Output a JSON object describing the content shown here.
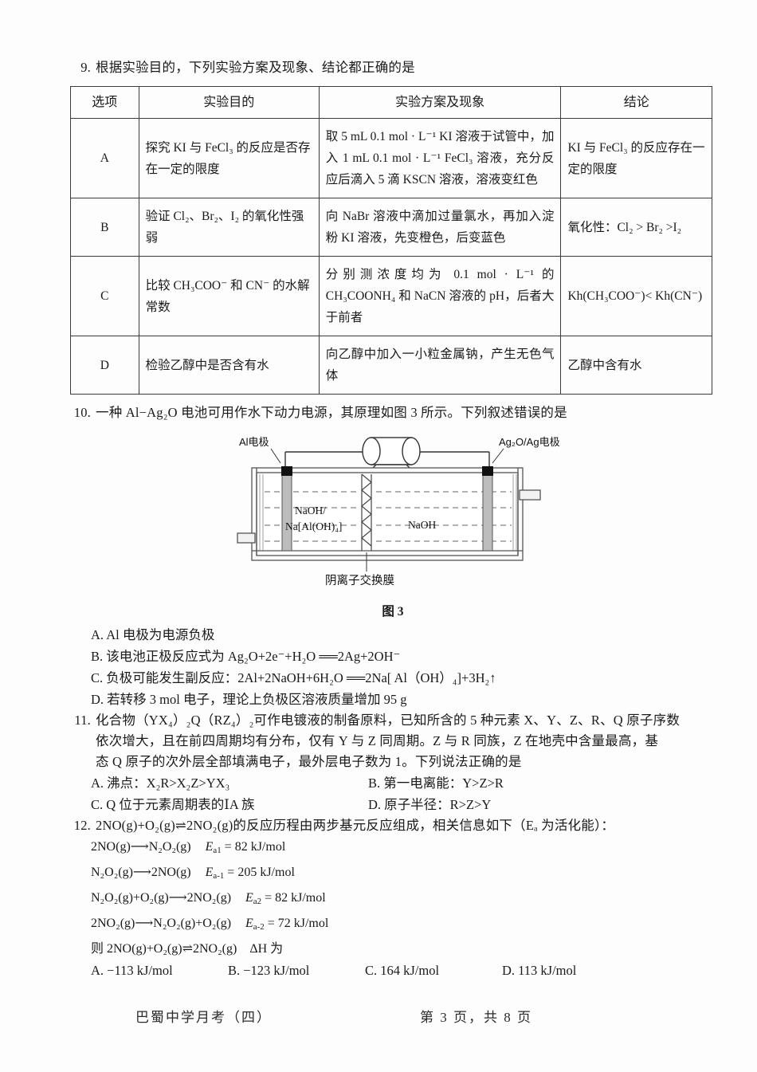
{
  "page": {
    "footer_left": "巴蜀中学月考（四）",
    "footer_right": "第 3 页，共 8 页"
  },
  "q9": {
    "number": "9.",
    "stem": "根据实验目的，下列实验方案及现象、结论都正确的是",
    "table": {
      "headers": [
        "选项",
        "实验目的",
        "实验方案及现象",
        "结论"
      ],
      "rows": [
        {
          "option": "A",
          "aim": "探究 KI 与 FeCl₃ 的反应是否存在一定的限度",
          "scheme": "取 5 mL 0.1 mol · L⁻¹ KI 溶液于试管中，加入 1 mL 0.1 mol · L⁻¹ FeCl₃ 溶液，充分反应后滴入 5 滴 KSCN 溶液，溶液变红色",
          "conclusion": "KI 与 FeCl₃ 的反应存在一定的限度"
        },
        {
          "option": "B",
          "aim": "验证 Cl₂、Br₂、I₂ 的氧化性强弱",
          "scheme": "向 NaBr 溶液中滴加过量氯水，再加入淀粉 KI 溶液，先变橙色，后变蓝色",
          "conclusion": "氧化性：Cl₂ > Br₂ >I₂"
        },
        {
          "option": "C",
          "aim": "比较 CH₃COO⁻ 和 CN⁻ 的水解常数",
          "scheme": "分别测浓度均为 0.1 mol · L⁻¹ 的 CH₃COONH₄ 和 NaCN 溶液的 pH，后者大于前者",
          "conclusion": "Kh(CH₃COO⁻)< Kh(CN⁻)"
        },
        {
          "option": "D",
          "aim": "检验乙醇中是否含有水",
          "scheme": "向乙醇中加入一小粒金属钠，产生无色气体",
          "conclusion": "乙醇中含有水"
        }
      ]
    }
  },
  "q10": {
    "number": "10.",
    "stem": "一种 Al−Ag₂O 电池可用作水下动力电源，其原理如图 3 所示。下列叙述错误的是",
    "figure": {
      "label_left": "Al电极",
      "label_right": "Ag₂O/Ag电极",
      "electrolyte_left_line1": "NaOH/",
      "electrolyte_left_line2": "Na[Al(OH)₄]",
      "electrolyte_right": "NaOH",
      "membrane_label": "阴离子交换膜",
      "caption": "图 3"
    },
    "options": [
      "A. Al 电极为电源负极",
      "B. 该电池正极反应式为 Ag₂O+2e⁻+H₂O ══2Ag+2OH⁻",
      "C. 负极可能发生副反应：2Al+2NaOH+6H₂O ══2Na[ Al（OH）₄]+3H₂↑",
      "D. 若转移 3 mol 电子，理论上负极区溶液质量增加 95 g"
    ]
  },
  "q11": {
    "number": "11.",
    "stem_line1": "化合物（YX₄）₂Q（RZ₄）₂可作电镀液的制备原料，已知所含的 5 种元素 X、Y、Z、R、Q 原子序数",
    "stem_line2": "依次增大，且在前四周期均有分布，仅有 Y 与 Z 同周期。Z 与 R 同族，Z 在地壳中含量最高，基",
    "stem_line3": "态 Q 原子的次外层全部填满电子，最外层电子数为 1。下列说法正确的是",
    "options": [
      "A. 沸点：X₂R>X₂Z>YX₃",
      "B. 第一电离能：Y>Z>R",
      "C. Q 位于元素周期表的ⅠA 族",
      "D. 原子半径：R>Z>Y"
    ]
  },
  "q12": {
    "number": "12.",
    "stem": "2NO(g)+O₂(g)⇌2NO₂(g)的反应历程由两步基元反应组成，相关信息如下（Eₐ 为活化能）：",
    "equations": [
      {
        "reaction": "2NO(g)⟶N₂O₂(g)",
        "ea_label": "E",
        "ea_sub": "a1",
        "ea_value": "= 82 kJ/mol"
      },
      {
        "reaction": "N₂O₂(g)⟶2NO(g)",
        "ea_label": "E",
        "ea_sub": "a-1",
        "ea_value": "= 205 kJ/mol"
      },
      {
        "reaction": "N₂O₂(g)+O₂(g)⟶2NO₂(g)",
        "ea_label": "E",
        "ea_sub": "a2",
        "ea_value": "= 82 kJ/mol"
      },
      {
        "reaction": "2NO₂(g)⟶N₂O₂(g)+O₂(g)",
        "ea_label": "E",
        "ea_sub": "a-2",
        "ea_value": "= 72 kJ/mol"
      }
    ],
    "conclusion_line": "则 2NO(g)+O₂(g)⇌2NO₂(g)　ΔH 为",
    "options": [
      "A. −113 kJ/mol",
      "B. −123 kJ/mol",
      "C. 164 kJ/mol",
      "D. 113 kJ/mol"
    ]
  }
}
